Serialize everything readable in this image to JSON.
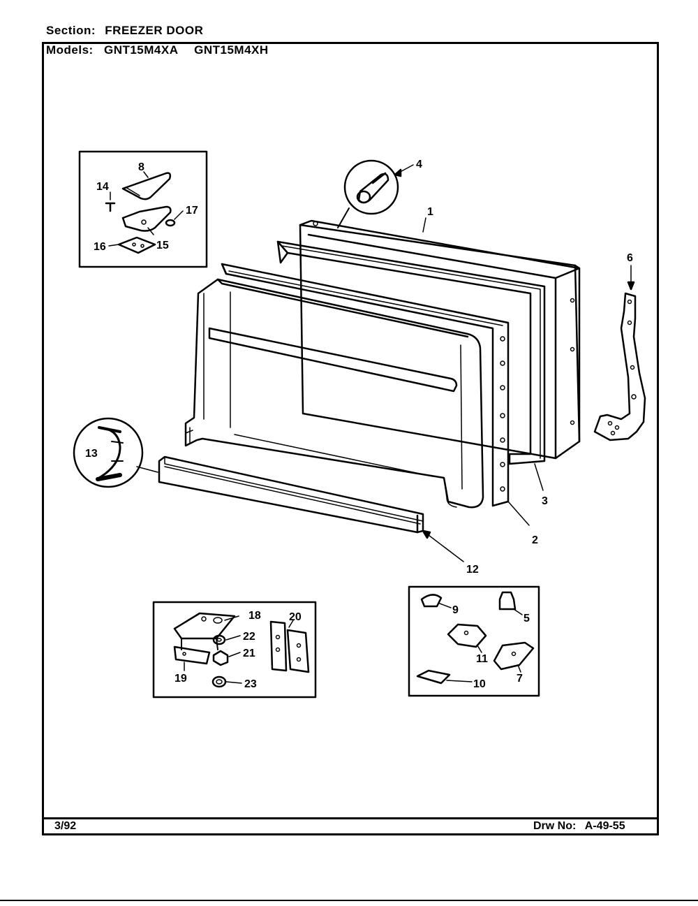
{
  "header": {
    "section_label": "Section:",
    "section_value": "FREEZER DOOR",
    "models_label": "Models:",
    "models": [
      "GNT15M4XA",
      "GNT15M4XH"
    ]
  },
  "footer": {
    "date": "3/92",
    "drawing_label": "Drw No:",
    "drawing_number": "A-49-55"
  },
  "callouts": {
    "c1": "1",
    "c2": "2",
    "c3": "3",
    "c4": "4",
    "c5": "5",
    "c6": "6",
    "c7": "7",
    "c8": "8",
    "c9": "9",
    "c10": "10",
    "c11": "11",
    "c12": "12",
    "c13": "13",
    "c14": "14",
    "c15": "15",
    "c16": "16",
    "c17": "17",
    "c18": "18",
    "c19": "19",
    "c20": "20",
    "c21": "21",
    "c22": "22",
    "c23": "23"
  }
}
